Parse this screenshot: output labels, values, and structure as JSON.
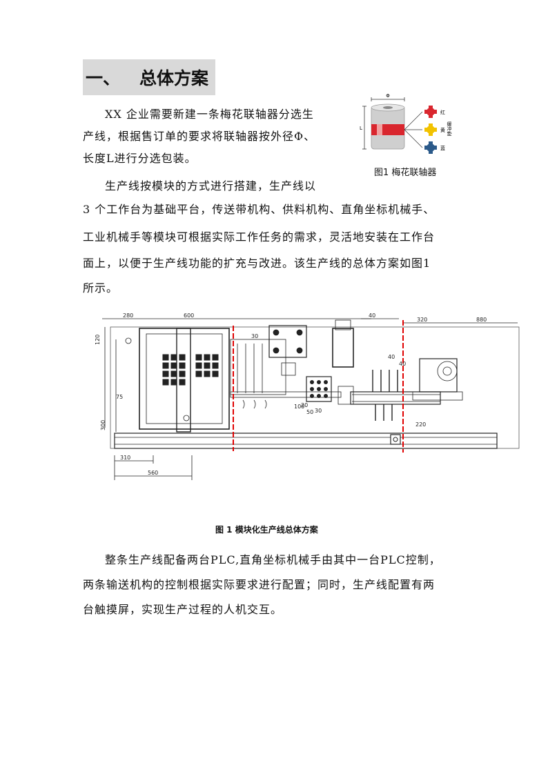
{
  "heading": {
    "number": "一、",
    "title": "总体方案"
  },
  "paragraphs": {
    "p1_lines": [
      "XX 企业需要新建一条梅花联轴器分选生",
      "产线，根据售订单的要求将联轴器按外径Φ、",
      "长度L进行分选包装。"
    ],
    "p2_lines": [
      "生产线按模块的方式进行搭建，生产线以",
      "3 个工作台为基础平台，传送带机构、供料机构、直角坐标机械手、",
      "工业机械手等模块可根据实际工作任务的需求，灵活地安装在工作台",
      "面上，以便于生产线功能的扩充与改进。该生产线的总体方案如图1",
      "所示。"
    ],
    "p3_lines": [
      "整条生产线配备两台PLC,直角坐标机械手由其中一台PLC控制，",
      "两条输送机构的控制根据实际要求进行配置；同时，生产线配置有两",
      "台触摸屏，实现生产过程的人机交互。"
    ]
  },
  "figure1": {
    "caption": "图1  梅花联轴器",
    "dim_phi": "Φ",
    "dim_L": "L",
    "labels": {
      "red": "红",
      "yellow": "黄",
      "blue": "蓝",
      "buffer": "缓冲垫"
    },
    "colors": {
      "red": "#d9262e",
      "yellow": "#f2c200",
      "blue": "#2b5a8a",
      "body": "#c9c9c9"
    }
  },
  "figure2": {
    "caption": "图 1   模块化生产线总体方案",
    "dims": [
      "280",
      "600",
      "120",
      "30",
      "40",
      "320",
      "880",
      "40",
      "40",
      "20",
      "30",
      "310",
      "560",
      "300",
      "75",
      "100",
      "50",
      "220"
    ]
  }
}
